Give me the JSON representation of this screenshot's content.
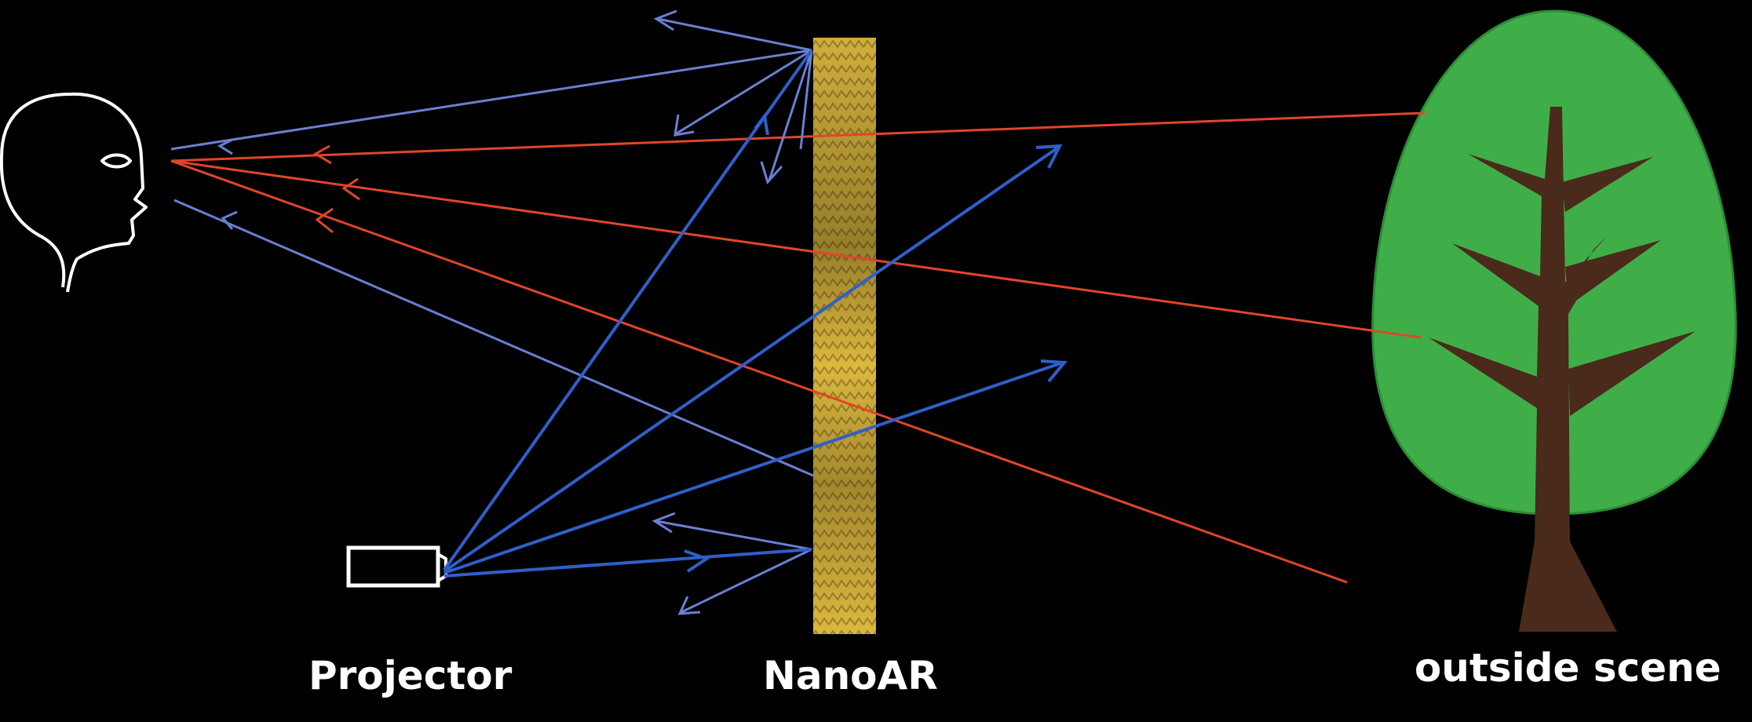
{
  "labels": {
    "projector": "Projector",
    "nanoar": "NanoAR",
    "outside_scene": "outside scene"
  },
  "colors": {
    "background": "#000000",
    "red_ray": "#e0452a",
    "blue_ray": "#2f5fc9",
    "light_blue_ray": "#6a7fd2",
    "nanoar_yellow": "#e7c241",
    "nanoar_dark": "#5a4020",
    "tree_green": "#3fae49",
    "tree_trunk": "#4a2a1a",
    "outline": "#ffffff"
  }
}
